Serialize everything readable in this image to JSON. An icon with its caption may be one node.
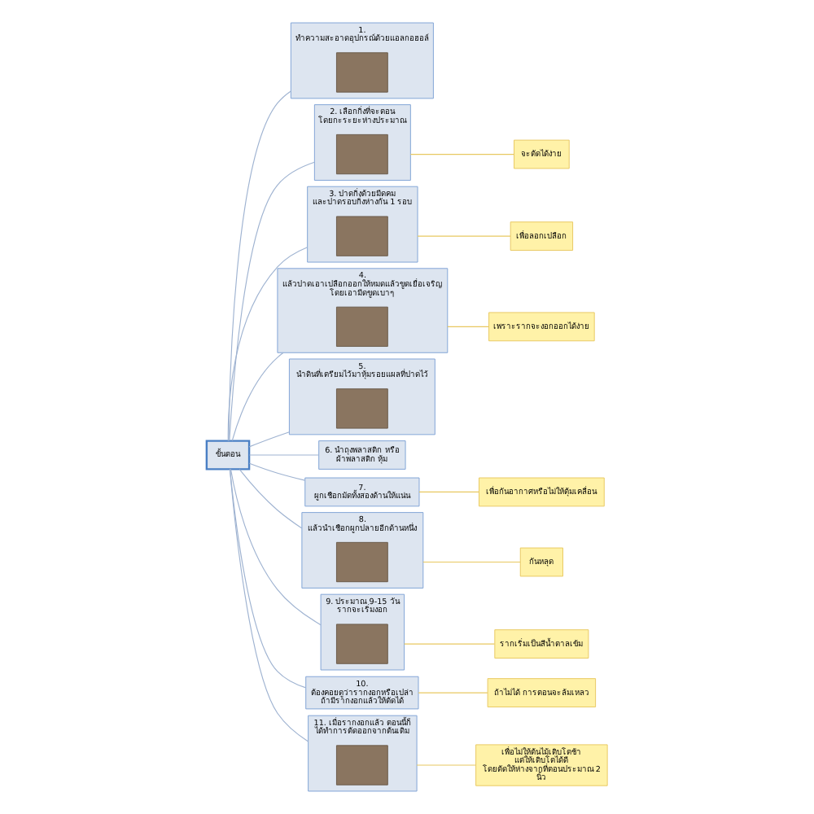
{
  "diagram": {
    "nodes": [
      {
        "text": [
          "ขั้นตอน"
        ]
      },
      {
        "text": [
          "1. ทำความสะอาดอุปกรณ์ด้วยแอลกอฮอล์"
        ]
      },
      {
        "text": [],
        "shape": "box",
        "in": 1
      },
      {
        "text": [
          "จะตัดได้ง่าย"
        ]
      },
      {
        "text": [
          "2. เลือกกิ่งที่จะตอน โดยกะระยะห่างประมาณ"
        ]
      },
      {
        "text": [],
        "shape": "box",
        "in": 4
      },
      {
        "text": [
          "เพื่อลอกเปลือก"
        ]
      },
      {
        "text": [
          "3. ปาดกิ่งด้วยมีดคม และปาดรอบกิ่งห่างกัน 1 รอบ"
        ]
      },
      {
        "text": [],
        "shape": "box",
        "in": 7
      },
      {
        "text": [
          "4. แล้วปาดเอาเปลือกออกให้หมดแล้วขูดเยื่อเจริญ โดยเอามีดขูดเบาๆ"
        ]
      },
      {
        "text": [],
        "shape": "box",
        "in": 9
      },
      {
        "text": [
          "เพราะรากจะงอกออกได้ง่าย"
        ]
      },
      {
        "text": [
          "5. นำดินที่เตรียมไว้มาหุ้มรอยแผลที่ปาดไว้"
        ]
      },
      {
        "text": [],
        "shape": "box",
        "in": 12
      },
      {
        "text": [
          "6. นำถุงพลาสติก หรือ ผ้าพลาสติก หุ้ม"
        ]
      },
      {
        "text": [
          "7. ผูกเชือกมัดทั้งสองด้านให้แน่น"
        ]
      },
      {
        "text": [
          "เพื่อกันอากาศหรือไม่ให้ตุ้มเคลื่อน"
        ]
      },
      {
        "text": [
          "8. แล้วนำเชือกผูกปลายอีกด้านหนึ่ง"
        ]
      },
      {
        "text": [],
        "shape": "box",
        "in": 17
      },
      {
        "text": [
          "กันหลุด"
        ]
      },
      {
        "text": [
          "9. ประมาณ 9-15 วัน รากจะเริ่มงอก"
        ]
      },
      {
        "text": [],
        "shape": "box",
        "in": 20
      },
      {
        "text": [
          "รากเริ่มเป็นสีน้ำตาลเข้ม"
        ]
      },
      {
        "text": [
          "10. ต้องคอยดูว่ารากงอกหรือเปล่า ถ้ามีรากงอกแล้วให้ตัดได้"
        ]
      },
      {
        "text": [
          "ถ้าไม่ได้ การตอนจะล้มเหลว"
        ]
      },
      {
        "text": [
          "11. เมื่อรากงอกแล้ว ตอนนี้ก็ ได้ทำการตัดออกจากต้นเดิม"
        ]
      },
      {
        "text": [],
        "shape": "box",
        "in": 25
      },
      {
        "text": [
          "เพื่อไม่ให้ต้นไม้เติบโตช้า แต่ให้เติบโตได้ดี",
          "โดยตัดให้ห่างจากที่ตอนประมาณ 2 นิ้ว"
        ]
      }
    ],
    "edges": [
      {
        "from": 0,
        "to": 1,
        "arrow": "none"
      },
      {
        "from": 0,
        "to": 4,
        "arrow": "none"
      },
      {
        "from": 0,
        "to": 7,
        "arrow": "none"
      },
      {
        "from": 0,
        "to": 9,
        "arrow": "none"
      },
      {
        "from": 0,
        "to": 12,
        "arrow": "none"
      },
      {
        "from": 0,
        "to": 14,
        "arrow": "none"
      },
      {
        "from": 0,
        "to": 15,
        "arrow": "none"
      },
      {
        "from": 0,
        "to": 17,
        "arrow": "none"
      },
      {
        "from": 0,
        "to": 20,
        "arrow": "none"
      },
      {
        "from": 0,
        "to": 23,
        "arrow": "none"
      },
      {
        "from": 0,
        "to": 25,
        "arrow": "none"
      },
      {
        "from": 4,
        "to": 3,
        "arrow": "none",
        "color": "#e8c860"
      },
      {
        "from": 7,
        "to": 6,
        "arrow": "none",
        "color": "#e8c860"
      },
      {
        "from": 9,
        "to": 11,
        "arrow": "none",
        "color": "#e8c860"
      },
      {
        "from": 15,
        "to": 16,
        "arrow": "none",
        "color": "#e8c860"
      },
      {
        "from": 17,
        "to": 19,
        "arrow": "none",
        "color": "#e8c860"
      },
      {
        "from": 20,
        "to": 22,
        "arrow": "none",
        "color": "#e8c860"
      },
      {
        "from": 23,
        "to": 24,
        "arrow": "none",
        "color": "#e8c860"
      },
      {
        "from": 25,
        "to": 27,
        "arrow": "none",
        "color": "#e8c860"
      }
    ]
  }
}
